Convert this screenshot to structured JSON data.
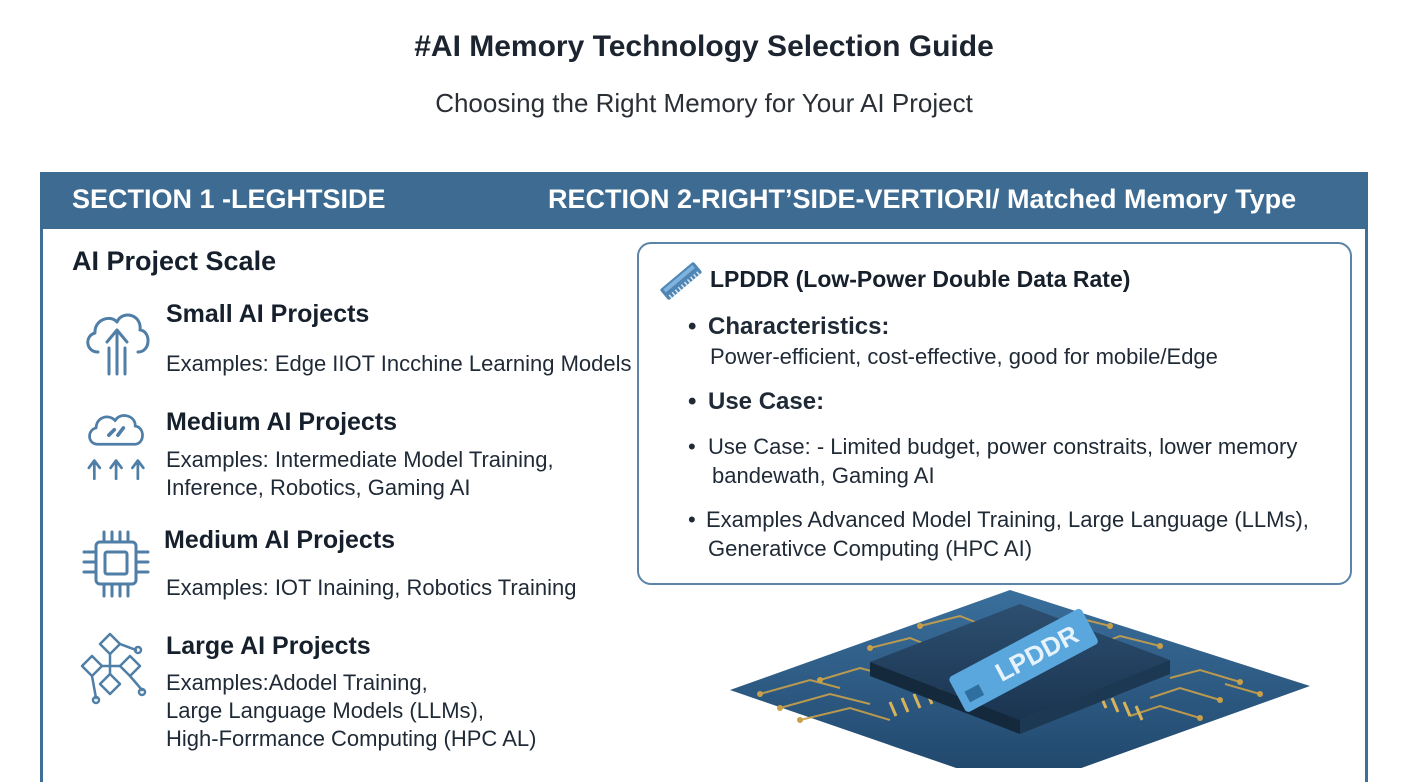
{
  "header": {
    "title": "#AI Memory Technology Selection Guide",
    "subtitle": "Choosing the Right Memory for Your AI Project"
  },
  "sections": {
    "left_label": "SECTION 1 -LEGHTSIDE",
    "right_label": "RECTION 2-RIGHT’SIDE-VERTIORI/ Matched Memory Type"
  },
  "scale": {
    "heading": "AI Project Scale",
    "projects": [
      {
        "name": "Small AI Projects",
        "examples": [
          "Examples: Edge IIOT Incchine Learning Models"
        ],
        "icon": "cloud-upload-icon"
      },
      {
        "name": "Medium AI Projects",
        "examples": [
          "Examples: Intermediate Model Training,",
          "Inference, Robotics, Gaming AI"
        ],
        "icon": "cloud-network-icon"
      },
      {
        "name": "Medium AI Projects",
        "examples": [
          "Examples: IOT Inaining, Robotics Training"
        ],
        "icon": "processor-chip-icon"
      },
      {
        "name": "Large AI Projects",
        "examples": [
          "Examples:Adodel Training,",
          "Large Language Models (LLMs),",
          "High-Forrmance Computing (HPC AL)"
        ],
        "icon": "network-nodes-icon"
      }
    ]
  },
  "memory_card": {
    "title": "LPDDR (Low-Power Double Data Rate)",
    "icon": "memory-stick-icon",
    "characteristics_label": "Characteristics:",
    "characteristics_text": "Power-efficient, cost-effective, good for mobile/Edge",
    "use_case_label": "Use Case:",
    "use_case_line1": "Use Case:   - Limited budget, power constraits, lower memory",
    "use_case_line2": "bandewath, Gaming AI",
    "examples_line1": "Examples Advanced Model Training, Large Language (LLMs),",
    "examples_line2": "Generativce Computing (HPC AI)"
  },
  "chip_illustration": {
    "label": "LPDDR",
    "icon": "lpddr-chip-illustration"
  },
  "colors": {
    "header_bar": "#3d6b92",
    "accent": "#3f6f96",
    "icon_stroke": "#4f7ea6",
    "chip_board": "#2f5d86",
    "chip_label": "#5aa7de",
    "gold": "#c9a04a"
  },
  "bullet_glyph": "•"
}
